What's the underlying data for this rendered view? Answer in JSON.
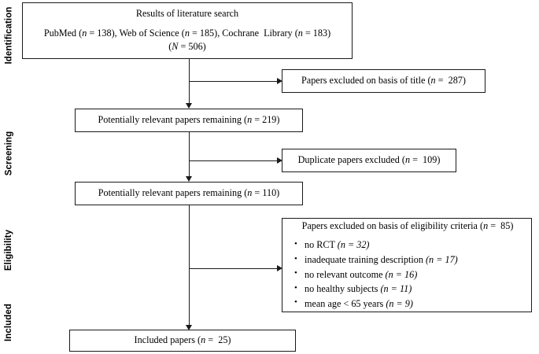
{
  "diagram": {
    "type": "prisma-flow-diagram",
    "stages": [
      {
        "id": "identification",
        "label": "Identification"
      },
      {
        "id": "screening",
        "label": "Screening"
      },
      {
        "id": "eligibility",
        "label": "Eligibility"
      },
      {
        "id": "included",
        "label": "Included"
      }
    ],
    "boxes": {
      "search_results": {
        "title": "Results of literature search",
        "sources_line": "PubMed (n = 138), Web of Science (n = 185), Cochrane  Library (n = 183)",
        "total_line": "(N = 506)",
        "sources": [
          {
            "name": "PubMed",
            "n": 138
          },
          {
            "name": "Web of Science",
            "n": 185
          },
          {
            "name": "Cochrane  Library",
            "n": 183
          }
        ],
        "total_n": 506
      },
      "excluded_title": {
        "text": "Papers excluded on basis of title (n =  287)",
        "label": "Papers excluded on basis of title",
        "n": 287
      },
      "remaining_219": {
        "text": "Potentially relevant papers remaining (n = 219)",
        "label": "Potentially relevant papers remaining",
        "n": 219
      },
      "excluded_duplicates": {
        "text": "Duplicate papers excluded (n =  109)",
        "label": "Duplicate papers excluded",
        "n": 109
      },
      "remaining_110": {
        "text": "Potentially relevant papers remaining (n = 110)",
        "label": "Potentially relevant papers remaining",
        "n": 110
      },
      "excluded_eligibility": {
        "title": "Papers excluded on basis of eligibility criteria (n =  85)",
        "title_label": "Papers excluded on basis of eligibility criteria",
        "n": 85,
        "reasons": [
          {
            "label": "no RCT",
            "n": 32,
            "text": "no RCT (n = 32)"
          },
          {
            "label": "inadequate training description",
            "n": 17,
            "text": "inadequate training description (n = 17)"
          },
          {
            "label": "no relevant outcome",
            "n": 16,
            "text": "no relevant outcome (n = 16)"
          },
          {
            "label": "no healthy subjects",
            "n": 11,
            "text": "no healthy subjects (n = 11)"
          },
          {
            "label": "mean age < 65 years",
            "n": 9,
            "text": "mean age < 65 years (n = 9)"
          }
        ]
      },
      "included_papers": {
        "text": "Included papers (n =  25)",
        "label": "Included papers",
        "n": 25
      }
    },
    "colors": {
      "background": "#ffffff",
      "border": "#1a1a1a",
      "text": "#000000"
    }
  }
}
